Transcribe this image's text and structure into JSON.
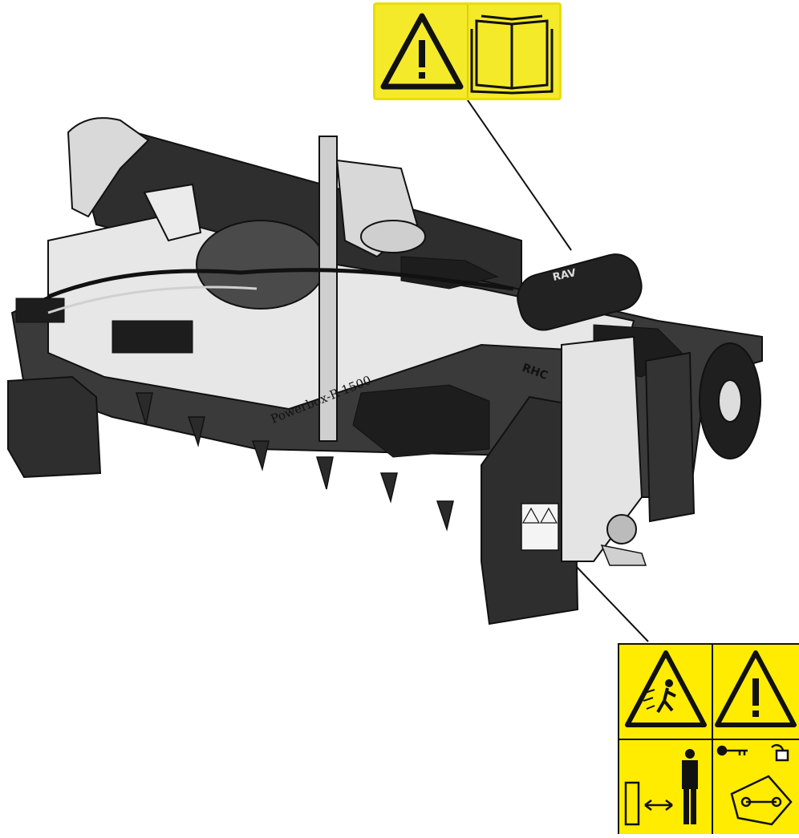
{
  "machine": {
    "nameplate_text": "Powerbox-R 1500",
    "brand_text": "RHC",
    "drum_label_text": "RAV"
  },
  "decals": {
    "top": {
      "icons": [
        "warning-triangle-icon",
        "operator-manual-icon"
      ]
    },
    "bottom": {
      "icons": [
        "ejected-object-hazard-icon",
        "warning-triangle-icon",
        "safe-distance-icon",
        "remove-key-before-maintenance-icon"
      ]
    }
  },
  "colors": {
    "decal_yellow": "#ffec00",
    "machine_dark": "#2b2b2b",
    "machine_light": "#e9e9e9"
  }
}
